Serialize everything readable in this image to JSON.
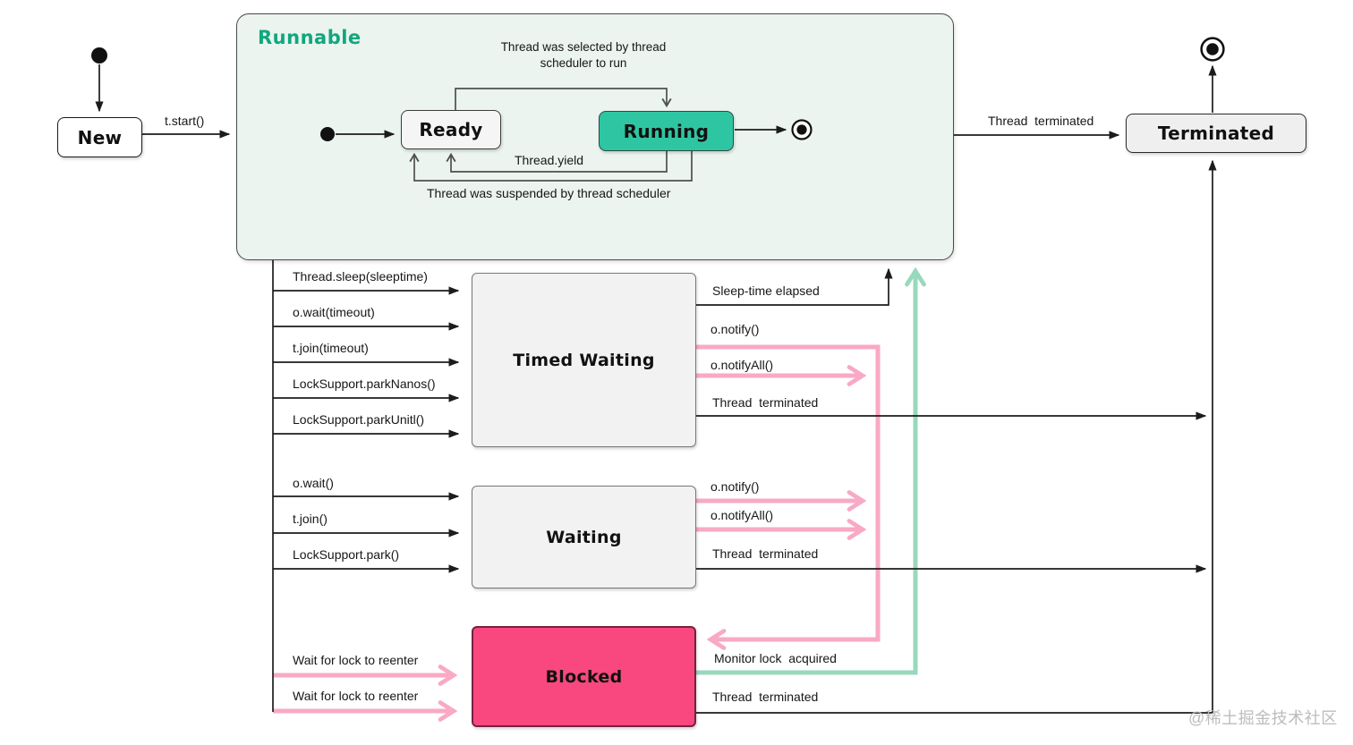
{
  "states": {
    "new": "New",
    "runnable": "Runnable",
    "ready": "Ready",
    "running": "Running",
    "terminated": "Terminated",
    "timed_waiting": "Timed Waiting",
    "waiting": "Waiting",
    "blocked": "Blocked"
  },
  "labels": {
    "t_start": "t.start()",
    "selected_note": "Thread was selected by thread\nscheduler to run",
    "thread_yield": "Thread.yield",
    "suspended_note": "Thread was suspended by thread scheduler",
    "thread_terminated": "Thread  terminated",
    "timed_waiting_in": [
      "Thread.sleep(sleeptime)",
      "o.wait(timeout)",
      "t.join(timeout)",
      "LockSupport.parkNanos()",
      "LockSupport.parkUnitl()"
    ],
    "waiting_in": [
      "o.wait()",
      "t.join()",
      "LockSupport.park()"
    ],
    "sleep_time_elapsed": "Sleep-time elapsed",
    "o_notify": "o.notify()",
    "o_notify_all": "o.notifyAll()",
    "wait_for_lock": "Wait for lock to reenter",
    "monitor_lock_acquired": "Monitor lock  acquired",
    "watermark": "@稀土掘金技术社区"
  },
  "colors": {
    "runnable_fill": "#ebf4ef",
    "runnable_title_green": "#10a77e",
    "running_fill": "#2ec6a2",
    "blocked_fill": "#f8487f",
    "pink_arrow": "#f8a9c5",
    "mint_arrow": "#98d8bd",
    "line_black": "#1c1c1c",
    "line_gray": "#4f4f4f",
    "state_gray_fill": "#f2f2f2"
  }
}
